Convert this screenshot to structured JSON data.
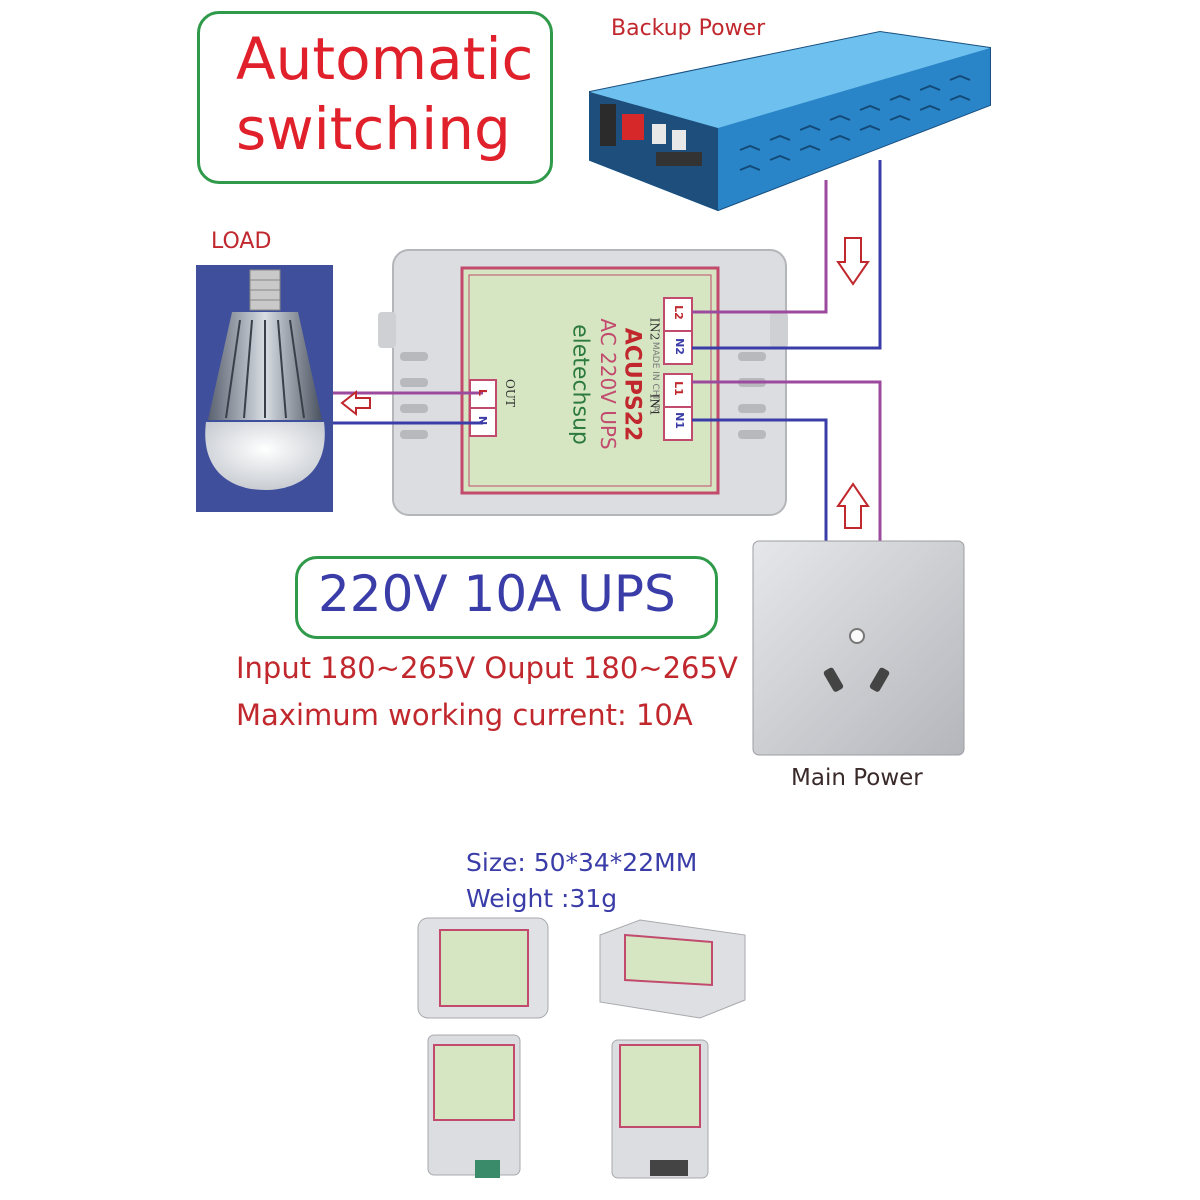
{
  "title": "Automatic\nswitching",
  "product_headline": "220V 10A UPS",
  "spec_lines": [
    "Input 180~265V Ouput 180~265V",
    "Maximum working current: 10A"
  ],
  "labels": {
    "backup_power": "Backup Power",
    "load": "LOAD",
    "main_power": "Main Power"
  },
  "module": {
    "brand": "eletechsup",
    "model_line": "AC 220V UPS",
    "part_number": "ACUPS22",
    "made_in": "MADE IN CHINA",
    "out_label": "OUT",
    "in1_label": "IN1",
    "in2_label": "IN2",
    "terminals": {
      "out_l": "L",
      "out_n": "N",
      "l1": "L1",
      "n1": "N1",
      "l2": "L2",
      "n2": "N2"
    }
  },
  "size_info": {
    "size": "Size: 50*34*22MM",
    "weight": "Weight :31g"
  },
  "colors": {
    "title_red": "#e0202a",
    "headline_blue": "#3a3da8",
    "box_green": "#2f9a4a",
    "wire_purple": "#9c4a9e",
    "wire_blue": "#3a3da8"
  }
}
